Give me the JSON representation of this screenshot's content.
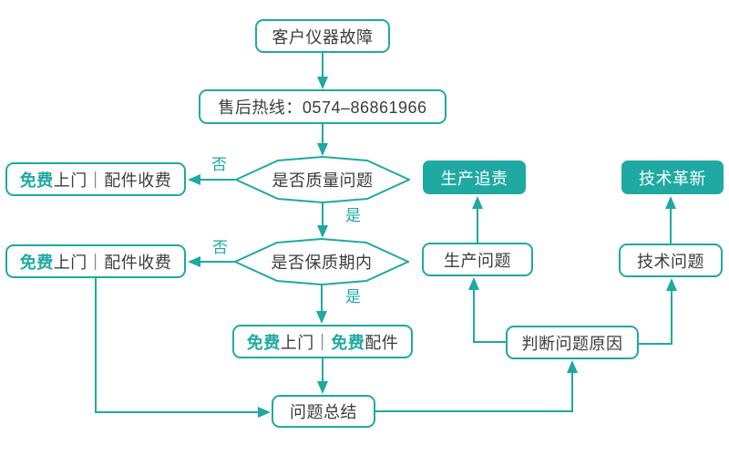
{
  "diagram": {
    "title_hint": "after-sales service flowchart",
    "nodes": {
      "customer_fault": "客户仪器故障",
      "hotline": "售后热线：0574–86861966",
      "decision_quality": "是否质量问题",
      "decision_warranty": "是否保质期内",
      "free_visit_accent": "免费",
      "paid_parts_rest": "上门｜配件收费",
      "free_free_p1": "免费",
      "free_free_p2": "上门｜",
      "free_free_p3": "免费",
      "free_free_p4": "配件",
      "summary": "问题总结",
      "judge_cause": "判断问题原因",
      "production_problem": "生产问题",
      "technical_problem": "技术问题",
      "production_accountability": "生产追责",
      "technical_innovation": "技术革新"
    },
    "edge_labels": {
      "no": "否",
      "yes": "是"
    },
    "colors": {
      "accent": "#1fa9a2",
      "text": "#3c3c3c",
      "node_fill": "#ffffff",
      "filled_node_text": "#ffffff",
      "background": "#ffffff"
    }
  }
}
